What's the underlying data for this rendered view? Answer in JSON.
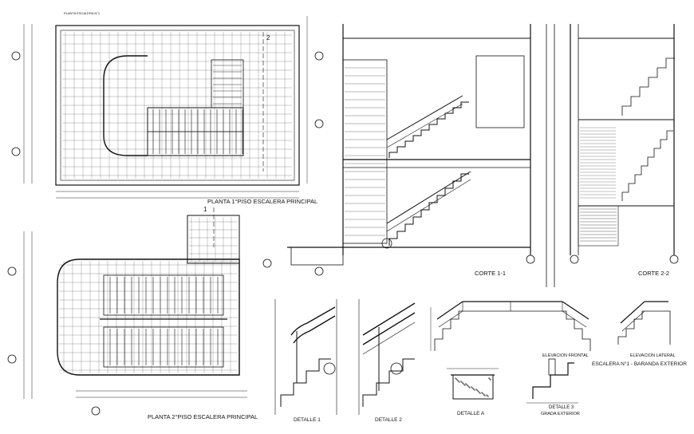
{
  "titles": {
    "plan1": "PLANTA 1°PISO ESCALERA PRINCIPAL",
    "plan2": "PLANTA 2°PISO ESCALERA PRINCIPAL",
    "corte1": "CORTE 1-1",
    "corte2": "CORTE 2-2",
    "detalle1": "DETALLE 1",
    "detalle2": "DETALLE 2",
    "detalleA": "DETALLE A",
    "detalle3": "DETALLE 3",
    "grada": "GRADA EXTERIOR",
    "elev_frontal": "ELEVACION FRONTAL",
    "elev_lateral": "ELEVACION LATERAL",
    "baranda": "ESCALERA N°1 - BARANDA EXTERIOR",
    "plan1_top": "PLANTA ESCALERA N°1"
  },
  "markers": {
    "s1": "1",
    "s2": "2"
  },
  "colors": {
    "line": "#111111",
    "paper": "#ffffff"
  }
}
